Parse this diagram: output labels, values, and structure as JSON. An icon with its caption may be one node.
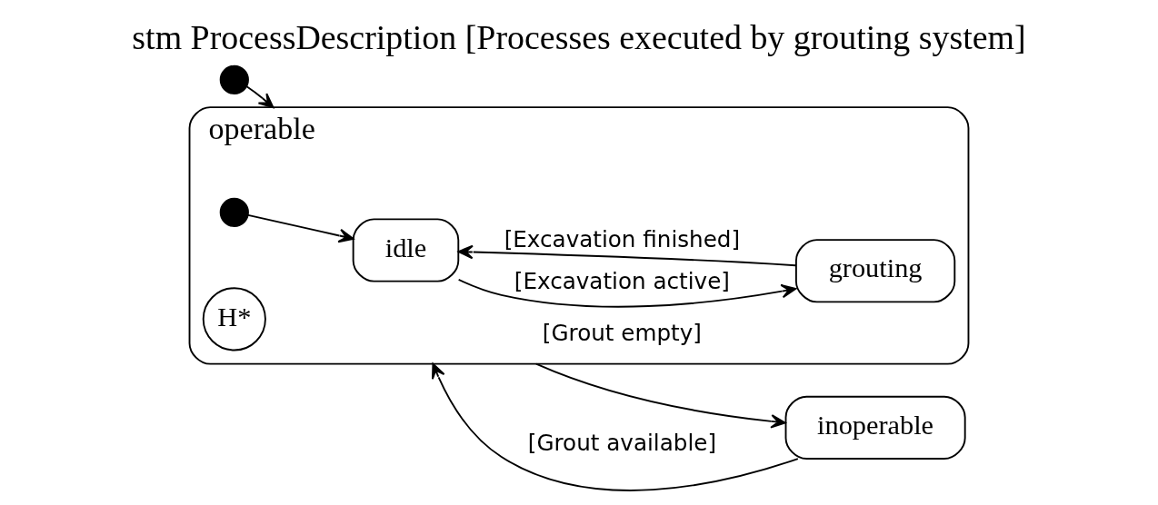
{
  "diagram": {
    "title": "stm ProcessDescription [Processes executed by grouting system]",
    "nodes": [
      {
        "text": [],
        "shape": "circle"
      },
      {
        "text": [
          "operable"
        ]
      },
      {
        "text": [],
        "shape": "circle",
        "in": 1
      },
      {
        "text": [
          "idle"
        ],
        "in": 1
      },
      {
        "text": [
          "H*"
        ],
        "in": 1
      },
      {
        "text": [
          "grouting"
        ],
        "in": 1
      },
      {
        "text": [
          "inoperable"
        ]
      }
    ],
    "edges": [
      {
        "from": 0,
        "to": 1,
        "arrow": "to"
      },
      {
        "from": 2,
        "to": 3,
        "arrow": "to"
      },
      {
        "from": 5,
        "to": 3,
        "arrow": "to",
        "label": "[Excavation finished]"
      },
      {
        "from": 3,
        "to": 5,
        "arrow": "to",
        "label": "[Excavation active]"
      },
      {
        "from": 1,
        "to": 6,
        "arrow": "to",
        "label": "[Grout empty]"
      },
      {
        "from": 6,
        "to": 1,
        "arrow": "to",
        "label": "[Grout available]"
      }
    ]
  }
}
